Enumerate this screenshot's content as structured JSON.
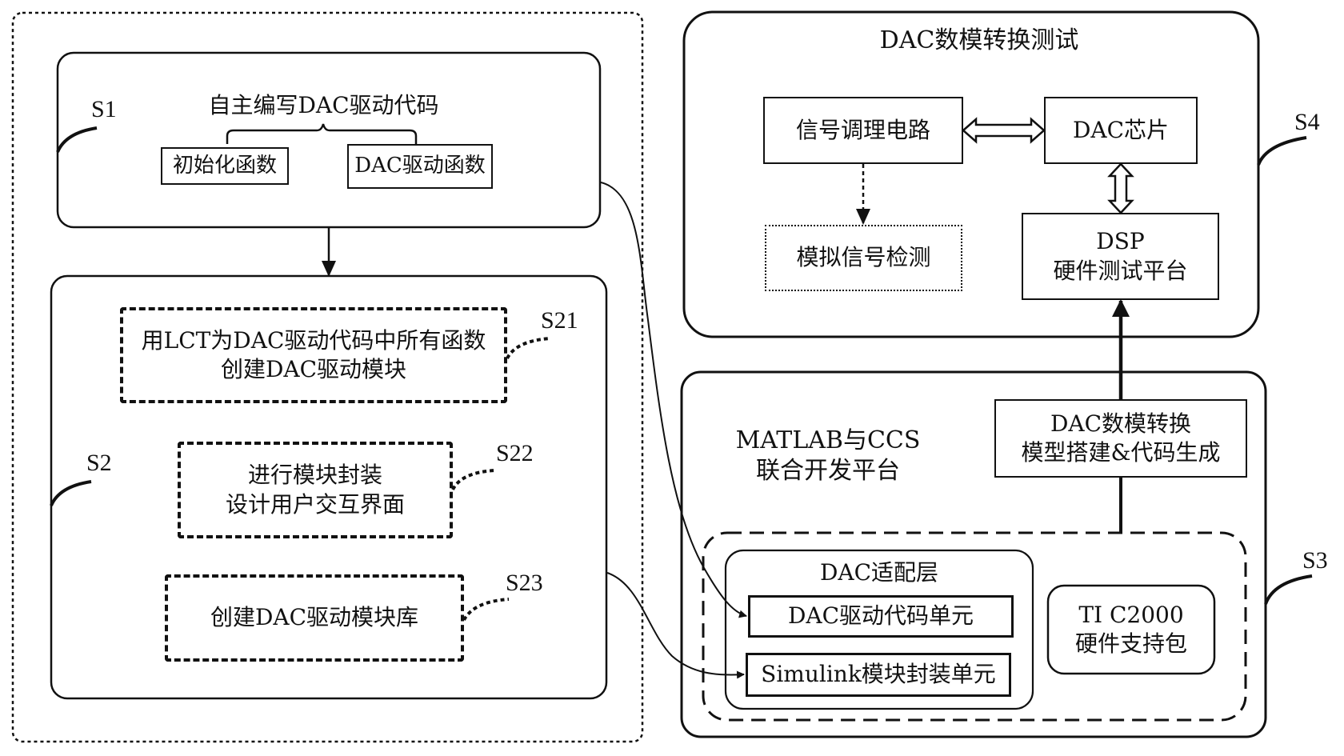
{
  "diagram": {
    "left_group": {
      "s1": {
        "step_label": "S1",
        "title": "自主编写DAC驱动代码",
        "children": [
          "初始化函数",
          "DAC驱动函数"
        ]
      },
      "s2": {
        "step_label": "S2",
        "substeps": [
          {
            "step_label": "S21",
            "lines": [
              "用LCT为DAC驱动代码中所有函数",
              "创建DAC驱动模块"
            ]
          },
          {
            "step_label": "S22",
            "lines": [
              "进行模块封装",
              "设计用户交互界面"
            ]
          },
          {
            "step_label": "S23",
            "lines": [
              "创建DAC驱动模块库"
            ]
          }
        ]
      }
    },
    "s4": {
      "step_label": "S4",
      "title": "DAC数模转换测试",
      "signal_conditioning": "信号调理电路",
      "dac_chip": "DAC芯片",
      "analog_detection": "模拟信号检测",
      "dsp_platform": [
        "DSP",
        "硬件测试平台"
      ]
    },
    "s3": {
      "step_label": "S3",
      "platform_title": [
        "MATLAB与CCS",
        "联合开发平台"
      ],
      "model_box": [
        "DAC数模转换",
        "模型搭建&代码生成"
      ],
      "adapter_layer": {
        "title": "DAC适配层",
        "units": [
          "DAC驱动代码单元",
          "Simulink模块封装单元"
        ]
      },
      "hardware_support": [
        "TI C2000",
        "硬件支持包"
      ]
    }
  }
}
